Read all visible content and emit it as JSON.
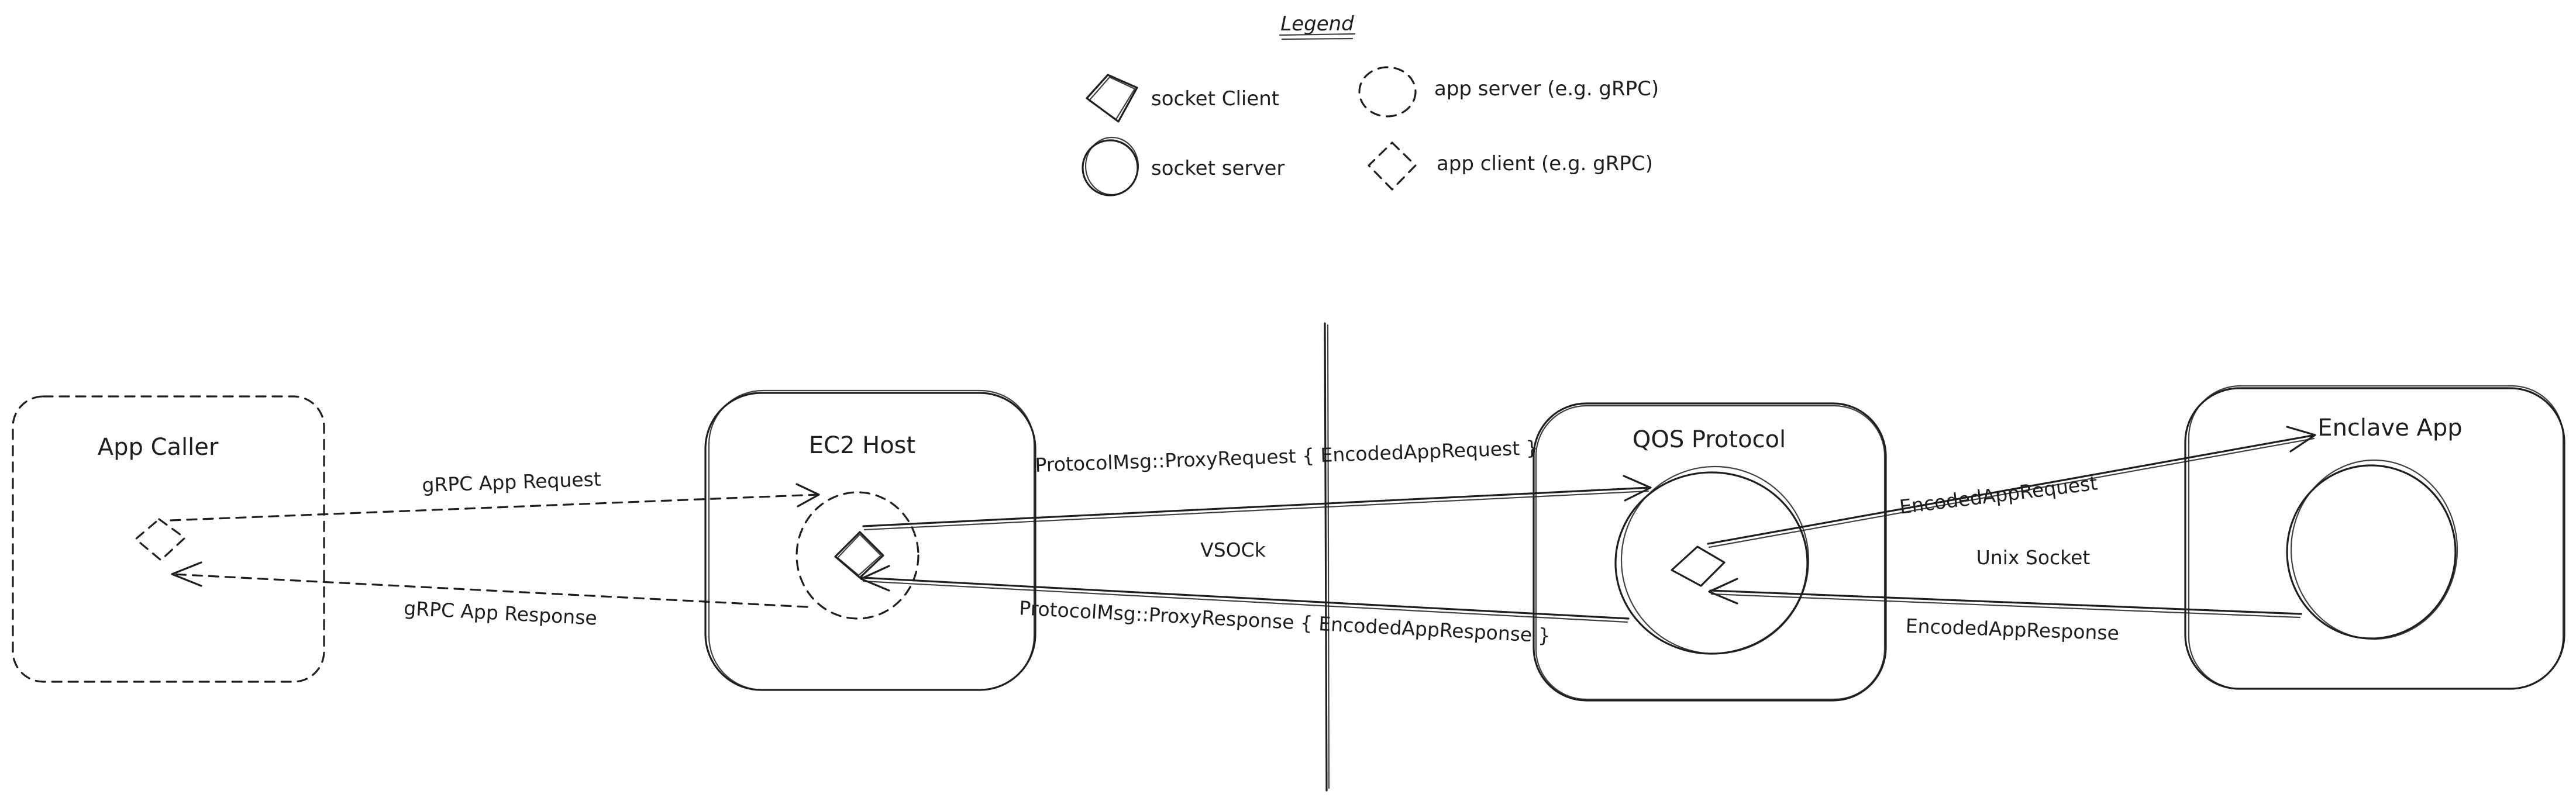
{
  "legend": {
    "title": "Legend",
    "items": [
      {
        "icon": "socket-client-icon",
        "label": "socket Client"
      },
      {
        "icon": "socket-server-icon",
        "label": "socket server"
      },
      {
        "icon": "app-server-icon",
        "label": "app server (e.g. gRPC)"
      },
      {
        "icon": "app-client-icon",
        "label": "app client (e.g. gRPC)"
      }
    ]
  },
  "nodes": {
    "app_caller": "App Caller",
    "ec2_host": "EC2 Host",
    "qos_protocol": "QOS Protocol",
    "enclave_app": "Enclave App"
  },
  "edges": {
    "grpc_request": "gRPC App Request",
    "grpc_response": "gRPC App Response",
    "proxy_request": "ProtocolMsg::ProxyRequest { EncodedAppRequest }",
    "proxy_response": "ProtocolMsg::ProxyResponse { EncodedAppResponse }",
    "vsock": "VSOCk",
    "encoded_request": "EncodedAppRequest",
    "encoded_response": "EncodedAppResponse",
    "unix_socket": "Unix Socket"
  },
  "colors": {
    "stroke": "#1e1e1e",
    "background": "#ffffff"
  }
}
